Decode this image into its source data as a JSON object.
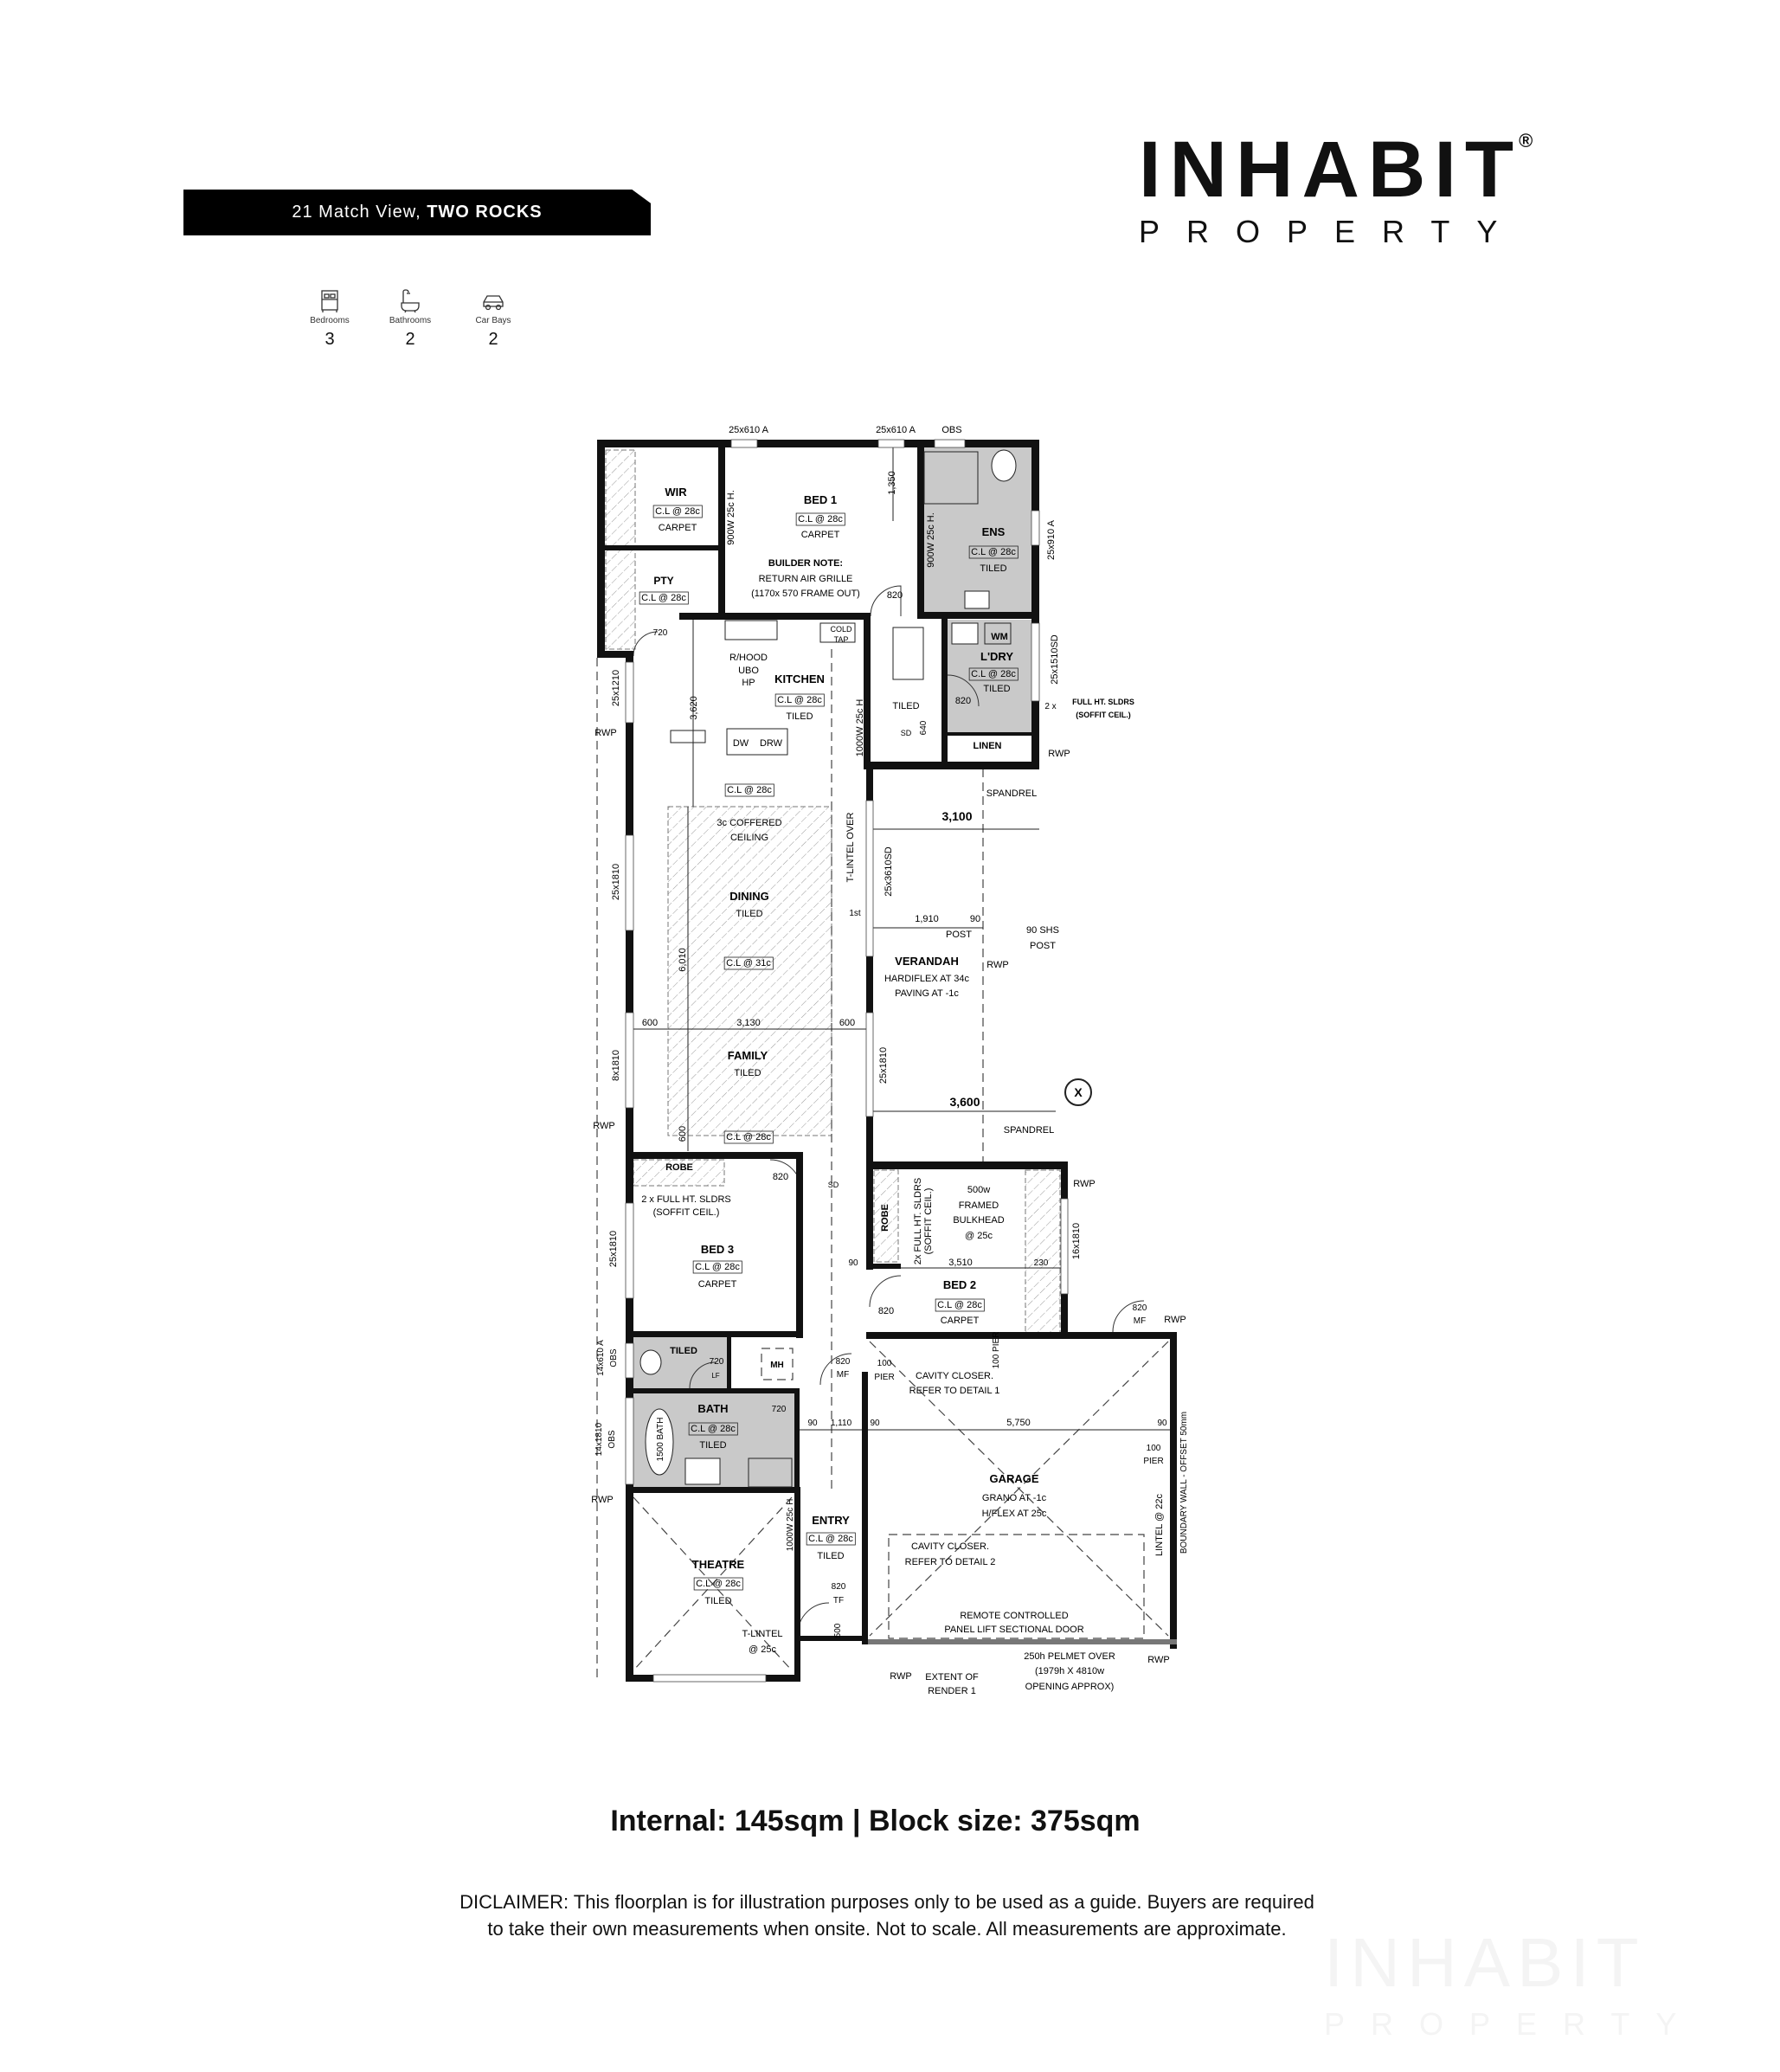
{
  "header": {
    "address_street": "21 Match View, ",
    "address_suburb": "TWO ROCKS",
    "brand_name": "INHABIT",
    "brand_registered": "®",
    "brand_sub": "PROPERTY"
  },
  "stats": [
    {
      "icon": "bed-icon",
      "label": "Bedrooms",
      "value": "3"
    },
    {
      "icon": "bathtub-icon",
      "label": "Bathrooms",
      "value": "2"
    },
    {
      "icon": "car-icon",
      "label": "Car Bays",
      "value": "2"
    }
  ],
  "floorplan": {
    "wet_area_color": "#c9c9c9",
    "labels": [
      "25x610 A",
      "25x610 A",
      "OBS",
      "WIR",
      "C.L @ 28c",
      "CARPET",
      "BED 1",
      "C.L @ 28c",
      "CARPET",
      "1,350",
      "900W 25c H.",
      "900W 25c H.",
      "ENS",
      "C.L @ 28c",
      "TILED",
      "25x910 A",
      "BUILDER NOTE:",
      "RETURN AIR GRILLE",
      "(1170x 570 FRAME OUT)",
      "820",
      "PTY",
      "C.L @ 28c",
      "720",
      "COLD",
      "TAP",
      "R/HOOD",
      "UBO",
      "HP",
      "KITCHEN",
      "C.L @ 28c",
      "TILED",
      "3,620",
      "DW",
      "DRW",
      "C.L @ 28c",
      "3c COFFERED",
      "CEILING",
      "DINING",
      "TILED",
      "C.L @ 31c",
      "6,010",
      "600",
      "3,130",
      "600",
      "FAMILY",
      "TILED",
      "25x1210",
      "RWP",
      "25x1810",
      "8x1810",
      "T-LINTEL OVER",
      "25x3610SD",
      "1st",
      "1000W 25c H",
      "TILED",
      "SD",
      "640",
      "WM",
      "L'DRY",
      "C.L @ 28c",
      "TILED",
      "820",
      "LINEN",
      "25x1510SD",
      "RWP",
      "2 x",
      "FULL HT. SLDRS",
      "(SOFFIT CEIL.)",
      "SPANDREL",
      "3,100",
      "1,910",
      "90",
      "POST",
      "90 SHS",
      "POST",
      "RWP",
      "VERANDAH",
      "HARDIFLEX AT 34c",
      "PAVING AT -1c",
      "25x1810",
      "3,600",
      "X",
      "SPANDREL",
      "RWP",
      "C.L @ 28c",
      "600",
      "ROBE",
      "820",
      "2 x FULL HT. SLDRS",
      "(SOFFIT CEIL.)",
      "SD",
      "25x1810",
      "BED 3",
      "C.L @ 28c",
      "CARPET",
      "ROBE",
      "2x FULL HT. SLDRS",
      "(SOFFIT CEIL.)",
      "500w",
      "FRAMED",
      "BULKHEAD",
      "@ 25c",
      "RWP",
      "16x1810",
      "90",
      "3,510",
      "230",
      "BED 2",
      "C.L @ 28c",
      "CARPET",
      "820",
      "820",
      "MF",
      "RWP",
      "TILED",
      "720",
      "LF",
      "MH",
      "820",
      "MF",
      "100",
      "PIER",
      "100 PIER",
      "CAVITY CLOSER.",
      "REFER TO DETAIL 1",
      "14x610 A",
      "OBS",
      "BATH",
      "C.L @ 28c",
      "TILED",
      "1500 BATH",
      "720",
      "14x1810",
      "OBS",
      "90",
      "1,110",
      "90",
      "5,750",
      "90",
      "100",
      "PIER",
      "BOUNDARY WALL - OFFSET 50mm",
      "LINTEL @ 22c",
      "GARAGE",
      "GRANO AT -1c",
      "H/FLEX AT 25c",
      "RWP",
      "1000W 25c H",
      "ENTRY",
      "C.L @ 28c",
      "TILED",
      "THEATRE",
      "C.L @ 28c",
      "TILED",
      "CAVITY CLOSER.",
      "REFER TO DETAIL 2",
      "820",
      "TF",
      "REMOTE CONTROLLED",
      "PANEL LIFT SECTIONAL DOOR",
      "T-LINTEL",
      "@ 25c",
      "500",
      "250h PELMET OVER",
      "(1979h X 4810w",
      "OPENING APPROX)",
      "RWP",
      "RWP",
      "EXTENT OF",
      "RENDER 1"
    ]
  },
  "summary": "Internal: 145sqm | Block size: 375sqm",
  "disclaimer": "DICLAIMER: This floorplan is for illustration purposes only to be used as a guide. Buyers are required to take their own measurements when onsite. Not to scale. All measurements are approximate.",
  "watermark": {
    "line1": "INHABIT",
    "line2": "PROPERTY"
  }
}
